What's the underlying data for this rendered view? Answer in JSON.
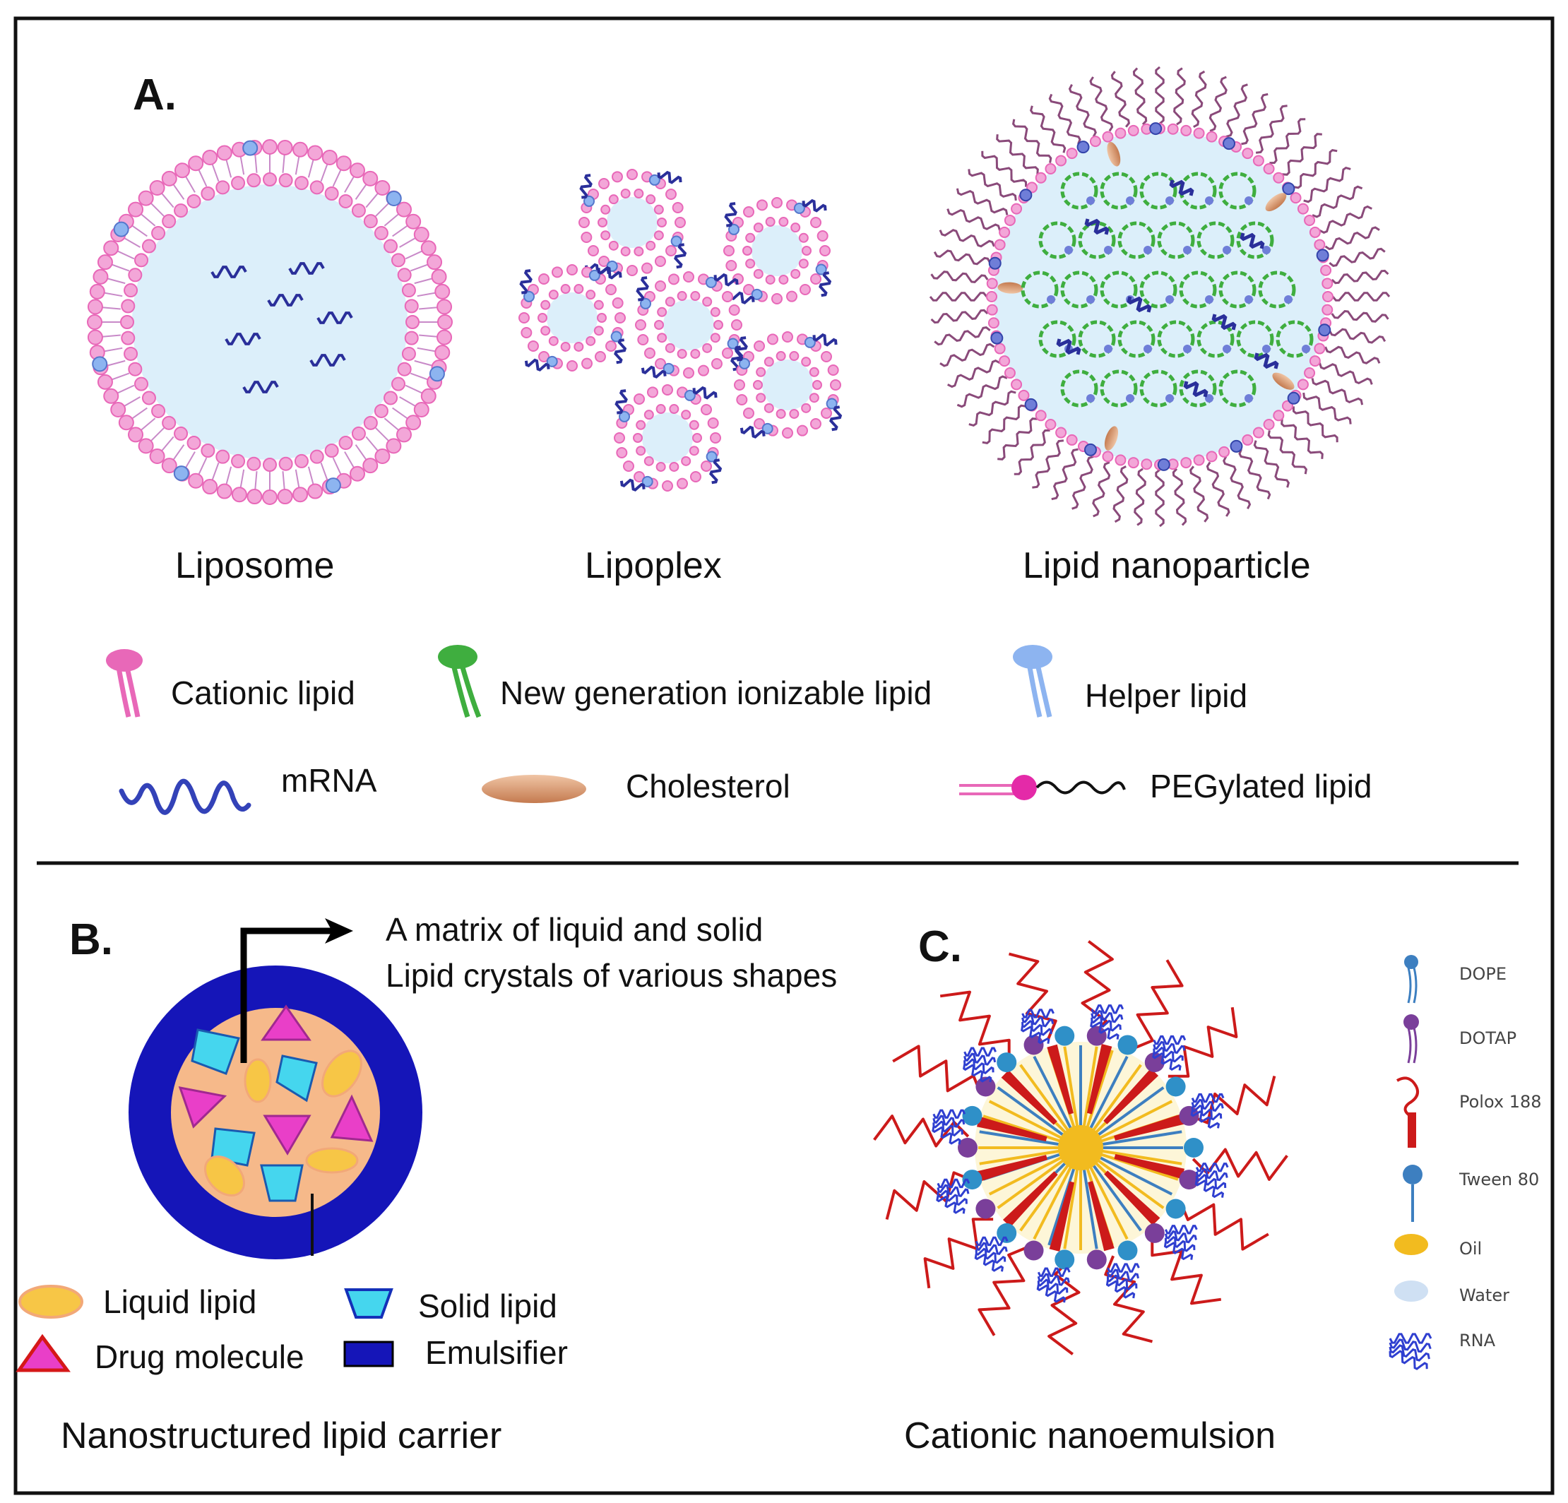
{
  "panels": {
    "a": {
      "letter": "A.",
      "captions": {
        "liposome": "Liposome",
        "lipoplex": "Lipoplex",
        "lnp": "Lipid nanoparticle"
      },
      "legend": {
        "cationic": "Cationic lipid",
        "ionizable": "New generation ionizable lipid",
        "helper": "Helper lipid",
        "mrna": "mRNA",
        "cholesterol": "Cholesterol",
        "peg": "PEGylated lipid"
      }
    },
    "b": {
      "letter": "B.",
      "annotation_line1": "A matrix of liquid and solid",
      "annotation_line2": "Lipid crystals of various shapes",
      "legend": {
        "liquid": "Liquid lipid",
        "solid": "Solid lipid",
        "drug": "Drug molecule",
        "emulsifier": "Emulsifier"
      },
      "caption": "Nanostructured lipid carrier"
    },
    "c": {
      "letter": "C.",
      "legend": {
        "dope": "DOPE",
        "dotap": "DOTAP",
        "polox": "Polox 188",
        "tween": "Tween 80",
        "oil": "Oil",
        "water": "Water",
        "rna": "RNA"
      },
      "caption": "Cationic nanoemulsion"
    }
  },
  "colors": {
    "cationic_pink": "#e868b8",
    "ionizable_green": "#3fae3f",
    "helper_blue": "#8db4f0",
    "mrna_navy": "#2a2f9a",
    "cholesterol": "#d99a73",
    "emulsifier_blue": "#1515b8",
    "core_peach": "#f6b98a",
    "solid_cyan": "#45d6ee",
    "drug_magenta": "#e93fc8",
    "liquid_yellow": "#f7c646",
    "polox_red": "#cc1a1a",
    "dotap_purple": "#7a3f9a",
    "tween_blue": "#3d7fc0",
    "oil_gold": "#f2bb1f",
    "water_light": "#cfe0f3"
  }
}
